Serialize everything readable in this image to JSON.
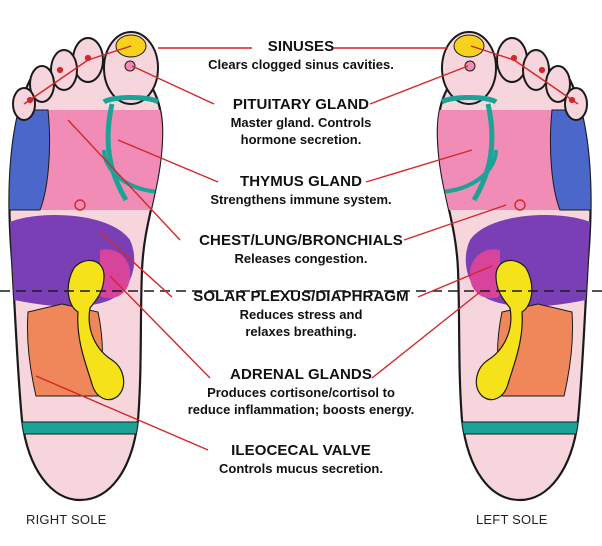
{
  "colors": {
    "connector_line": "#d4262b",
    "foot_outline": "#1a1a1a",
    "skin": "#f6d6dc",
    "pink_zone": "#f08cb5",
    "blue_zone": "#4a67c9",
    "teal": "#1aa396",
    "purple": "#7b3fb5",
    "magenta": "#d8439b",
    "yellow": "#f5e21a",
    "orange": "#f0875a",
    "tip_yellow": "#f7d21c"
  },
  "zones": [
    {
      "title": "SINUSES",
      "description": [
        "Clears clogged sinus cavities."
      ]
    },
    {
      "title": "PITUITARY GLAND",
      "description": [
        "Master gland. Controls",
        "hormone secretion."
      ]
    },
    {
      "title": "THYMUS GLAND",
      "description": [
        "Strengthens immune system."
      ]
    },
    {
      "title": "CHEST/LUNG/BRONCHIALS",
      "description": [
        "Releases congestion."
      ]
    },
    {
      "title": "SOLAR PLEXUS/DIAPHRAGM",
      "description": [
        "Reduces stress and",
        "relaxes breathing."
      ]
    },
    {
      "title": "ADRENAL GLANDS",
      "description": [
        "Produces cortisone/cortisol to",
        "reduce inflammation; boosts energy."
      ]
    },
    {
      "title": "ILEOCECAL VALVE",
      "description": [
        "Controls mucus secretion."
      ]
    }
  ],
  "soles": {
    "right": "RIGHT SOLE",
    "left": "LEFT SOLE"
  }
}
